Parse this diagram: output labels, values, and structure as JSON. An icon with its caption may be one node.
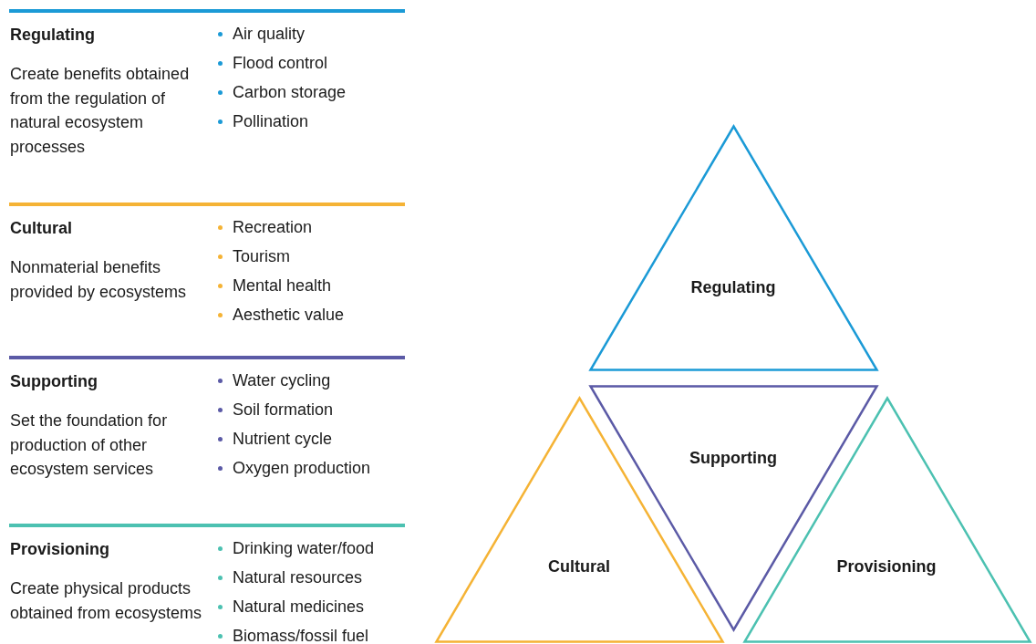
{
  "diagram": {
    "nodes": [
      {
        "text": [
          "Regulating"
        ]
      },
      {
        "text": [
          "Supporting"
        ]
      },
      {
        "text": [
          "Cultural"
        ]
      },
      {
        "text": [
          "Provisioning"
        ]
      }
    ],
    "edges": [],
    "labels": [
      "Regulating",
      "Create benefits obtained from the regulation of natural ecosystem processes",
      "Air quality",
      "Flood control",
      "Carbon storage",
      "Pollination",
      "Cultural",
      "Nonmaterial benefits provided by ecosystems",
      "Recreation",
      "Tourism",
      "Mental health",
      "Aesthetic value",
      "Supporting",
      "Set the foundation for production of other ecosystem services",
      "Water cycling",
      "Soil formation",
      "Nutrient cycle",
      "Oxygen production",
      "Provisioning",
      "Create physical products obtained from ecosystems",
      "Drinking water/food",
      "Natural resources",
      "Natural medicines",
      "Biomass/fossil fuel"
    ]
  }
}
